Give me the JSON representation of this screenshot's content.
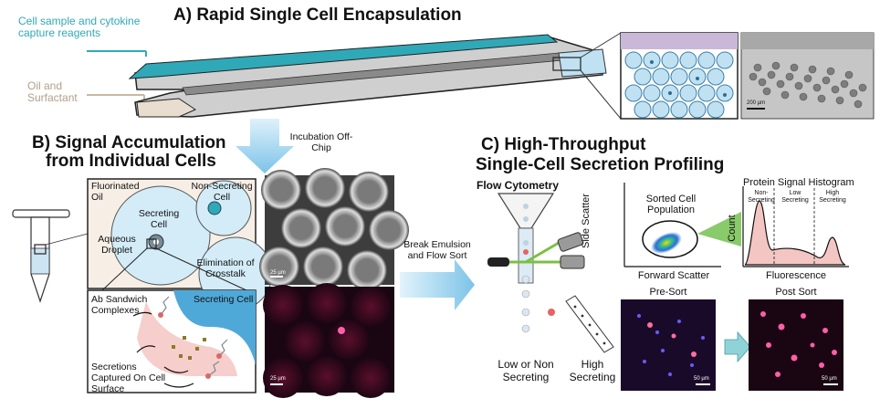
{
  "panel_a": {
    "title": "A) Rapid Single Cell Encapsulation",
    "inlet_cells": "Cell sample and cytokine capture reagents",
    "inlet_oil": "Oil and Surfactant",
    "scale_bar": "200 µm"
  },
  "panel_b": {
    "title_line1": "B) Signal Accumulation",
    "title_line2": "from Individual Cells",
    "incubation": "Incubation Off-Chip",
    "fluorinated_oil": "Fluorinated Oil",
    "non_secreting_cell": "Non-Secreting Cell",
    "secreting_cell": "Secreting Cell",
    "aqueous_droplet": "Aqueous Droplet",
    "crosstalk": "Elimination of Crosstalk",
    "ab_sandwich": "Ab Sandwich Complexes",
    "secreting_cell_zoom": "Secreting Cell",
    "secretions": "Secretions Captured On Cell Surface",
    "scale_bar_top": "25 µm",
    "scale_bar_bottom": "25 µm"
  },
  "panel_c": {
    "title_line1": "C) High-Throughput",
    "title_line2": "Single-Cell Secretion Profiling",
    "break_emulsion": "Break Emulsion and Flow Sort",
    "flow_cytometry": "Flow Cytometry",
    "low_secreting": "Low or Non Secreting",
    "high_secreting": "High Secreting",
    "sorted_population": "Sorted Cell Population",
    "side_scatter": "Side Scatter",
    "forward_scatter": "Forward Scatter",
    "histogram_title": "Protein Signal Histogram",
    "hist_non": "Non-Secreting",
    "hist_low": "Low Secreting",
    "hist_high": "High Secreting",
    "count": "Count",
    "fluorescence": "Fluorescence",
    "pre_sort": "Pre-Sort",
    "post_sort": "Post Sort",
    "scale_bar_pre": "50 µm",
    "scale_bar_post": "50 µm"
  },
  "colors": {
    "teal": "#2fa9b8",
    "tan": "#c9b8a2",
    "droplet_blue": "#bfe1f2",
    "arrow_blue": "#8fcdeb",
    "pink": "#f4c6c3",
    "fluor_dark": "#1a0612"
  }
}
